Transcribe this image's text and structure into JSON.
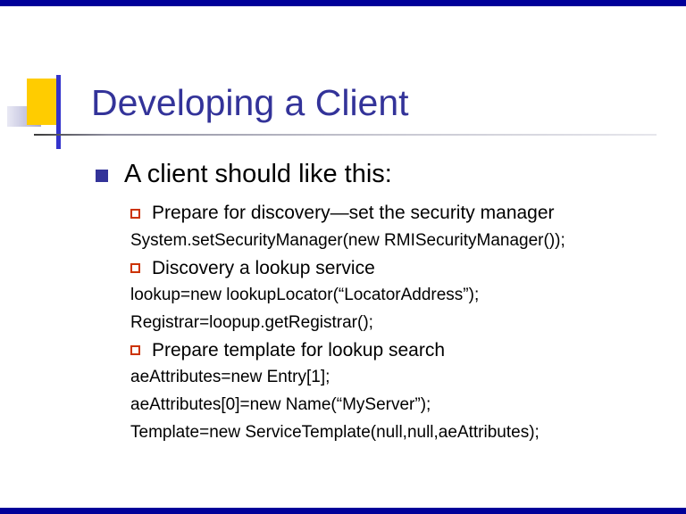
{
  "colors": {
    "bar": "#000099",
    "title": "#333399",
    "accent-yellow": "#FFCC00",
    "accent-line": "#3333CC",
    "main-bullet": "#333399",
    "sub-bullet": "#CC3300",
    "text": "#000000"
  },
  "slide": {
    "title": "Developing a Client",
    "main_bullet": "A client should like this:",
    "content": [
      {
        "type": "bullet",
        "text": "Prepare for discovery—set the security manager"
      },
      {
        "type": "code",
        "text": "System.setSecurityManager(new RMISecurityManager());"
      },
      {
        "type": "bullet",
        "text": "Discovery a lookup service"
      },
      {
        "type": "code",
        "text": "lookup=new lookupLocator(“LocatorAddress”);"
      },
      {
        "type": "code",
        "text": "Registrar=loopup.getRegistrar();"
      },
      {
        "type": "bullet",
        "text": "Prepare template for lookup search"
      },
      {
        "type": "code",
        "text": "aeAttributes=new Entry[1];"
      },
      {
        "type": "code",
        "text": "aeAttributes[0]=new Name(“MyServer”);"
      },
      {
        "type": "code",
        "text": "Template=new ServiceTemplate(null,null,aeAttributes);"
      }
    ]
  }
}
